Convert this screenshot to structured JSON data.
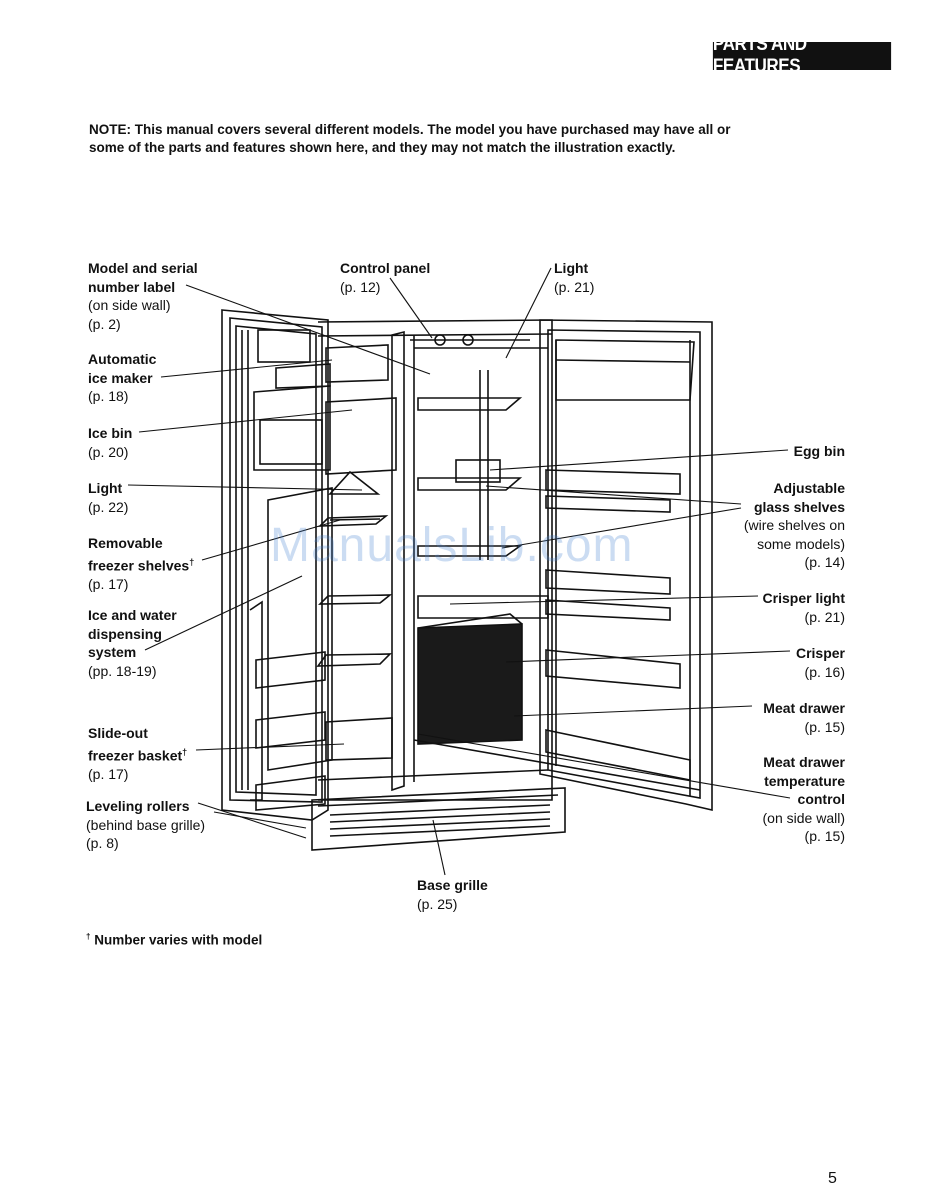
{
  "header": {
    "section_title": "PARTS AND FEATURES"
  },
  "note": {
    "line1": "NOTE: This manual covers several different models. The model you have purchased may have all or",
    "line2": "some of the parts and features shown here, and they may not match the illustration exactly."
  },
  "labels": {
    "model_serial": {
      "l1": "Model and serial",
      "l2": "number label",
      "l3": "(on side wall)",
      "l4": "(p. 2)"
    },
    "control_panel": {
      "title": "Control panel",
      "page": "(p. 12)"
    },
    "light_top": {
      "title": "Light",
      "page": "(p. 21)"
    },
    "ice_maker": {
      "l1": "Automatic",
      "l2": "ice maker",
      "page": "(p. 18)"
    },
    "ice_bin": {
      "title": "Ice bin",
      "page": "(p. 20)"
    },
    "light_freezer": {
      "title": "Light",
      "page": "(p. 22)"
    },
    "freezer_shelves": {
      "l1": "Removable",
      "l2": "freezer shelves",
      "mark": "†",
      "page": "(p. 17)"
    },
    "dispensing": {
      "l1": "Ice and water",
      "l2": "dispensing",
      "l3": "system",
      "page": "(pp. 18-19)"
    },
    "freezer_basket": {
      "l1": "Slide-out",
      "l2": "freezer basket",
      "mark": "†",
      "page": "(p. 17)"
    },
    "leveling": {
      "title": "Leveling rollers",
      "l2": "(behind base grille)",
      "page": "(p. 8)"
    },
    "egg_bin": {
      "title": "Egg bin"
    },
    "glass_shelves": {
      "l1": "Adjustable",
      "l2": "glass shelves",
      "l3": "(wire shelves on",
      "l4": "some models)",
      "page": "(p. 14)"
    },
    "crisper_light": {
      "title": "Crisper light",
      "page": "(p. 21)"
    },
    "crisper": {
      "title": "Crisper",
      "page": "(p. 16)"
    },
    "meat_drawer": {
      "title": "Meat drawer",
      "page": "(p. 15)"
    },
    "meat_temp": {
      "l1": "Meat drawer",
      "l2": "temperature",
      "l3": "control",
      "l4": "(on side wall)",
      "page": "(p. 15)"
    },
    "base_grille": {
      "title": "Base grille",
      "page": "(p. 25)"
    }
  },
  "watermark": "ManualsLib.com",
  "footnote": {
    "mark": "†",
    "text": "Number varies with model"
  },
  "page_number": "5"
}
